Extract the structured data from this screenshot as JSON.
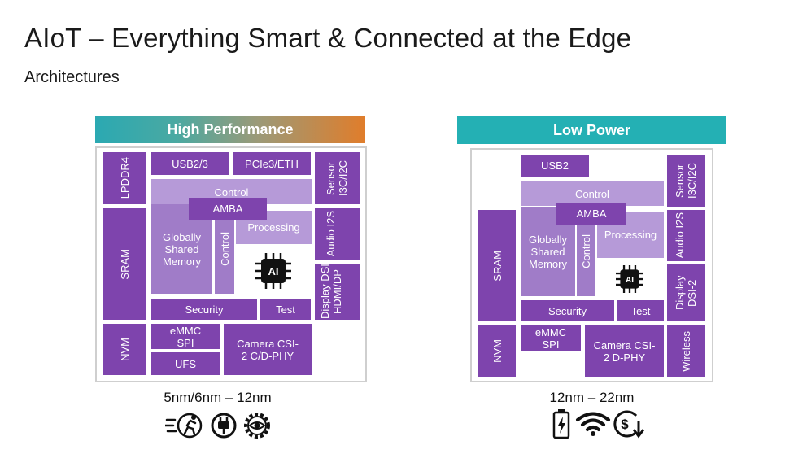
{
  "title": "AIoT – Everything Smart & Connected at the Edge",
  "subtitle": "Architectures",
  "high_performance": {
    "header": "High Performance",
    "blocks": {
      "lpddr": "LPDDR4",
      "usb": "USB2/3",
      "pcie": "PCIe3/ETH",
      "sensor": "Sensor I3C/I2C",
      "control_top": "Control",
      "amba": "AMBA",
      "processing": "Processing",
      "shared_memory": "Globally Shared Memory",
      "control_side": "Control",
      "ai": "AI",
      "audio": "Audio I2S",
      "sram": "SRAM",
      "display": "Display DSI HDMI/DP",
      "security": "Security",
      "test": "Test",
      "nvm": "NVM",
      "emmc": "eMMC SPI",
      "ufs": "UFS",
      "camera": "Camera CSI-2 C/D-PHY"
    },
    "node": "5nm/6nm – 12nm",
    "icons": [
      "running-speed-icon",
      "power-plug-icon",
      "vision-gear-icon"
    ]
  },
  "low_power": {
    "header": "Low Power",
    "blocks": {
      "usb": "USB2",
      "sensor": "Sensor I3C/I2C",
      "control_top": "Control",
      "amba": "AMBA",
      "processing": "Processing",
      "shared_memory": "Globally Shared Memory",
      "control_side": "Control",
      "ai": "AI",
      "audio": "Audio I2S",
      "sram": "SRAM",
      "display": "Display DSI-2",
      "security": "Security",
      "test": "Test",
      "nvm": "NVM",
      "emmc": "eMMC SPI",
      "camera": "Camera CSI-2 D-PHY",
      "wireless": "Wireless"
    },
    "node": "12nm – 22nm",
    "icons": [
      "battery-charge-icon",
      "wifi-icon",
      "dollar-down-icon"
    ]
  },
  "colors": {
    "dark": "#7e44ad",
    "medium": "#a07cc8",
    "light": "#b69ad8",
    "teal": "#24b0b4",
    "orange": "#e07d2b"
  }
}
